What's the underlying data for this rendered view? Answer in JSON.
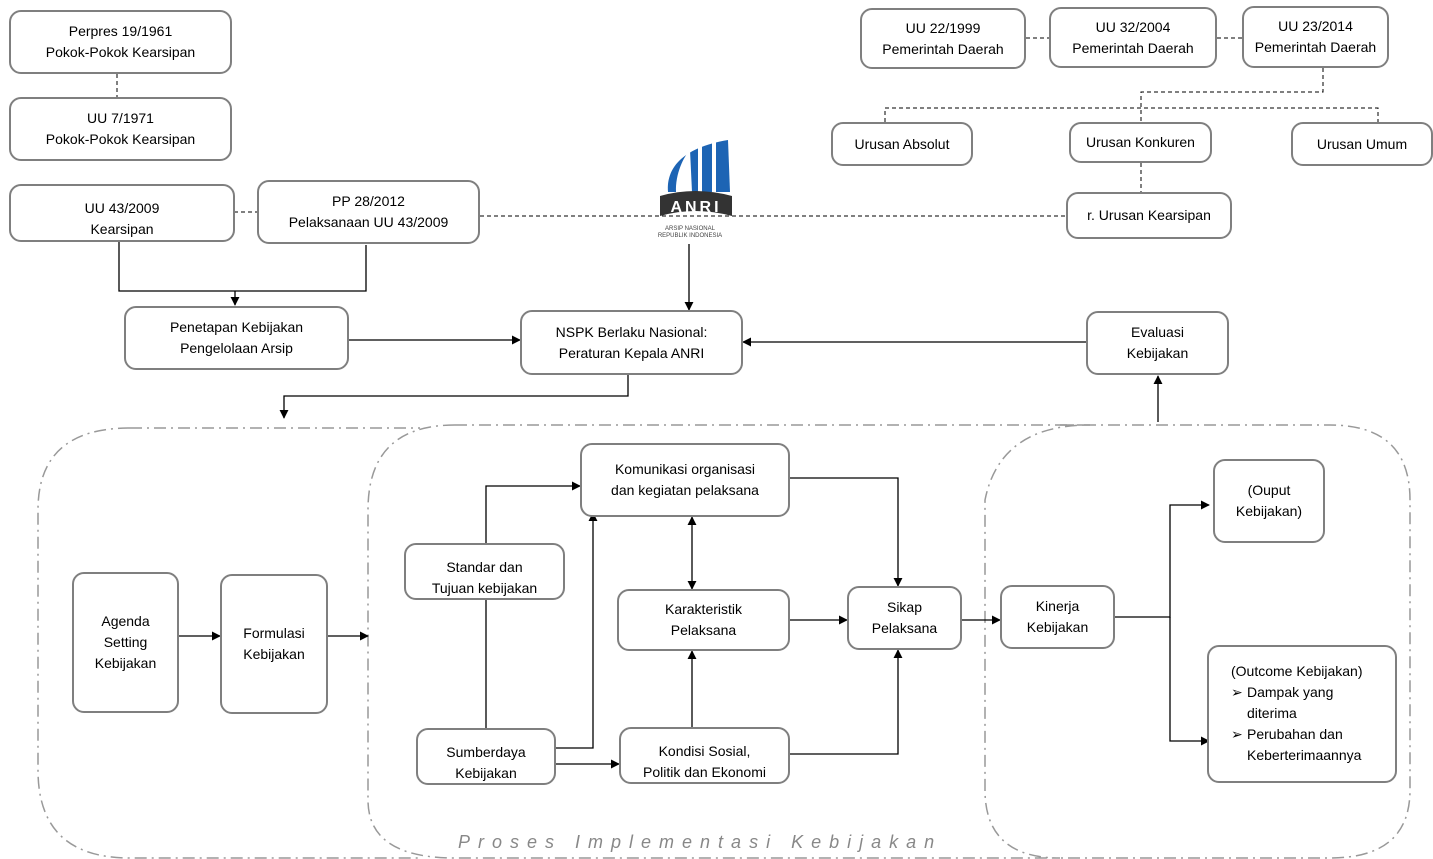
{
  "boxes": {
    "perpres": [
      "Perpres 19/1961",
      "Pokok-Pokok Kearsipan"
    ],
    "uu7": [
      "UU 7/1971",
      "Pokok-Pokok Kearsipan"
    ],
    "uu43": [
      "UU 43/2009",
      "Kearsipan"
    ],
    "pp28": [
      "PP 28/2012",
      "Pelaksanaan UU 43/2009"
    ],
    "penetapan": [
      "Penetapan Kebijakan",
      "Pengelolaan Arsip"
    ],
    "nspk": [
      "NSPK Berlaku Nasional:",
      "Peraturan Kepala ANRI"
    ],
    "evaluasi": [
      "Evaluasi",
      "Kebijakan"
    ],
    "uu22": [
      "UU 22/1999",
      "Pemerintah Daerah"
    ],
    "uu32": [
      "UU 32/2004",
      "Pemerintah Daerah"
    ],
    "uu23": [
      "UU 23/2014",
      "Pemerintah Daerah"
    ],
    "absolut": [
      "Urusan Absolut"
    ],
    "konkuren": [
      "Urusan Konkuren"
    ],
    "umum": [
      "Urusan Umum"
    ],
    "kearsipan": [
      "r. Urusan Kearsipan"
    ],
    "agenda": [
      "Agenda",
      "Setting",
      "Kebijakan"
    ],
    "formulasi": [
      "Formulasi",
      "Kebijakan"
    ],
    "standar": [
      "Standar dan",
      "Tujuan kebijakan"
    ],
    "sumberdaya": [
      "Sumberdaya",
      "Kebijakan"
    ],
    "komunikasi": [
      "Komunikasi organisasi",
      "dan kegiatan pelaksana"
    ],
    "karakteristik": [
      "Karakteristik",
      "Pelaksana"
    ],
    "kondisi": [
      "Kondisi Sosial,",
      "Politik dan Ekonomi"
    ],
    "sikap": [
      "Sikap",
      "Pelaksana"
    ],
    "kinerja": [
      "Kinerja",
      "Kebijakan"
    ],
    "output": [
      "(Ouput",
      "Kebijakan)"
    ]
  },
  "outcome": {
    "title": "(Outcome Kebijakan)",
    "bullet_symbol": "➢",
    "items": [
      [
        "Dampak yang",
        "diterima"
      ],
      [
        "Perubahan dan",
        "Keberterimaannya"
      ]
    ]
  },
  "logo": {
    "text": "ANRI",
    "caption_line1": "ARSIP NASIONAL",
    "caption_line2": "REPUBLIK INDONESIA",
    "color": "#1d64b4"
  },
  "footer": {
    "proses_label": "Proses Implementasi Kebijakan"
  },
  "colors": {
    "box_border": "#7f7f7f",
    "line": "#000000",
    "dashdot": "#999999"
  }
}
